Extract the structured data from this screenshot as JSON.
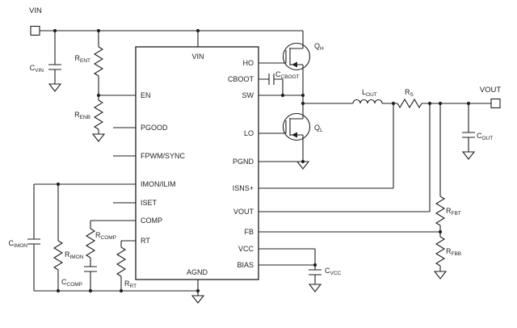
{
  "terminals": {
    "vin": "VIN",
    "vout": "VOUT"
  },
  "ic": {
    "top_pin": "VIN",
    "bottom_pin": "AGND",
    "left_pins": [
      "EN",
      "PGOOD",
      "FPWM/SYNC",
      "IMON/ILIM",
      "ISET",
      "COMP",
      "RT"
    ],
    "right_pins": [
      "HO",
      "CBOOT",
      "SW",
      "LO",
      "PGND",
      "ISNS+",
      "VOUT",
      "FB",
      "VCC",
      "BIAS"
    ]
  },
  "components": {
    "cvin": {
      "main": "C",
      "sub": "VIN"
    },
    "rent": {
      "main": "R",
      "sub": "ENT"
    },
    "renb": {
      "main": "R",
      "sub": "ENB"
    },
    "cimon": {
      "main": "C",
      "sub": "IMON"
    },
    "rimon": {
      "main": "R",
      "sub": "IMON"
    },
    "rcomp": {
      "main": "R",
      "sub": "COMP"
    },
    "ccomp": {
      "main": "C",
      "sub": "COMP"
    },
    "rrt": {
      "main": "R",
      "sub": "RT"
    },
    "ccboot": {
      "main": "C",
      "sub": "CBOOT"
    },
    "qh": {
      "main": "Q",
      "sub": "H"
    },
    "ql": {
      "main": "Q",
      "sub": "L"
    },
    "lout": {
      "main": "L",
      "sub": "OUT"
    },
    "rs": {
      "main": "R",
      "sub": "S"
    },
    "cout": {
      "main": "C",
      "sub": "OUT"
    },
    "rfbt": {
      "main": "R",
      "sub": "FBT"
    },
    "rfbb": {
      "main": "R",
      "sub": "FBB"
    },
    "cvcc": {
      "main": "C",
      "sub": "VCC"
    }
  },
  "colors": {
    "wire": "#1f1f1f",
    "background": "#ffffff"
  }
}
